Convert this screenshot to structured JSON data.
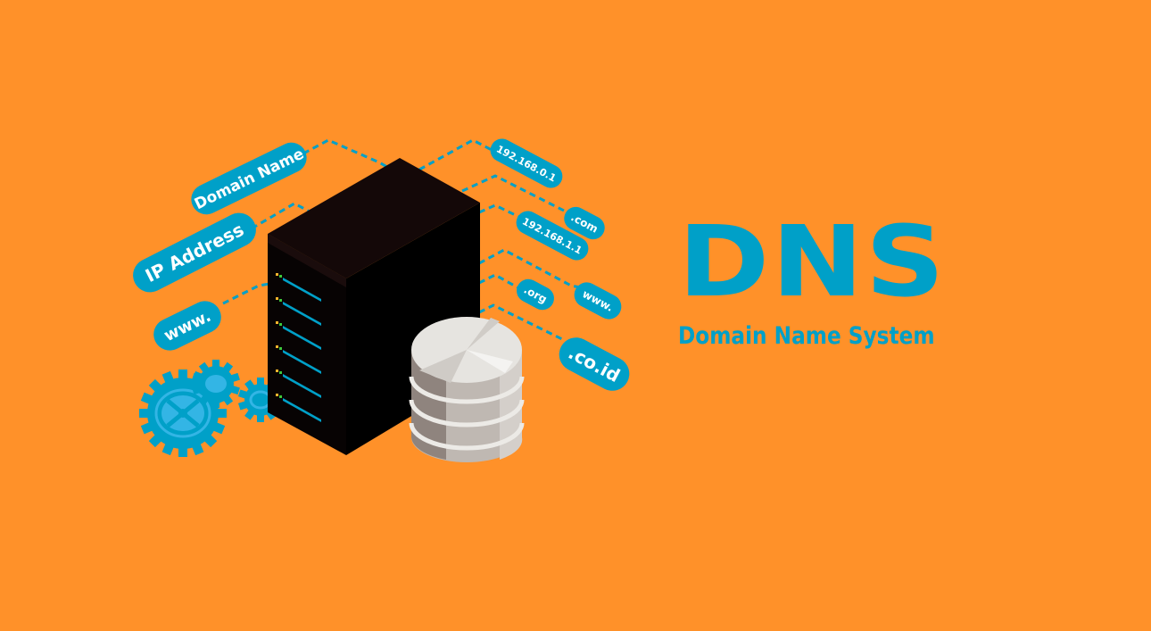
{
  "title": {
    "heading": "DNS",
    "subtitle": "Domain Name System"
  },
  "colors": {
    "background": "#FF9129",
    "accent_blue": "#00A0C8",
    "gear_light": "#33B5E5",
    "server_top": "#140808",
    "server_front": "#050505",
    "server_right": "#000000",
    "db_light": "#E6E4E0",
    "db_mid": "#BFB8B2",
    "db_dark": "#8F847E",
    "led_yellow": "#F7B52C",
    "led_green": "#3CC83C"
  },
  "left_labels": [
    {
      "text": "Domain Name"
    },
    {
      "text": "IP Address"
    },
    {
      "text": "www."
    }
  ],
  "right_labels": [
    {
      "text": "192.168.0.1"
    },
    {
      "text": ".com"
    },
    {
      "text": "192.168.1.1"
    },
    {
      "text": "www."
    },
    {
      "text": ".org"
    },
    {
      "text": ".co.id"
    }
  ],
  "icons": {
    "server": "server-tower-icon",
    "database": "database-stack-icon",
    "gears": "gears-icon"
  }
}
